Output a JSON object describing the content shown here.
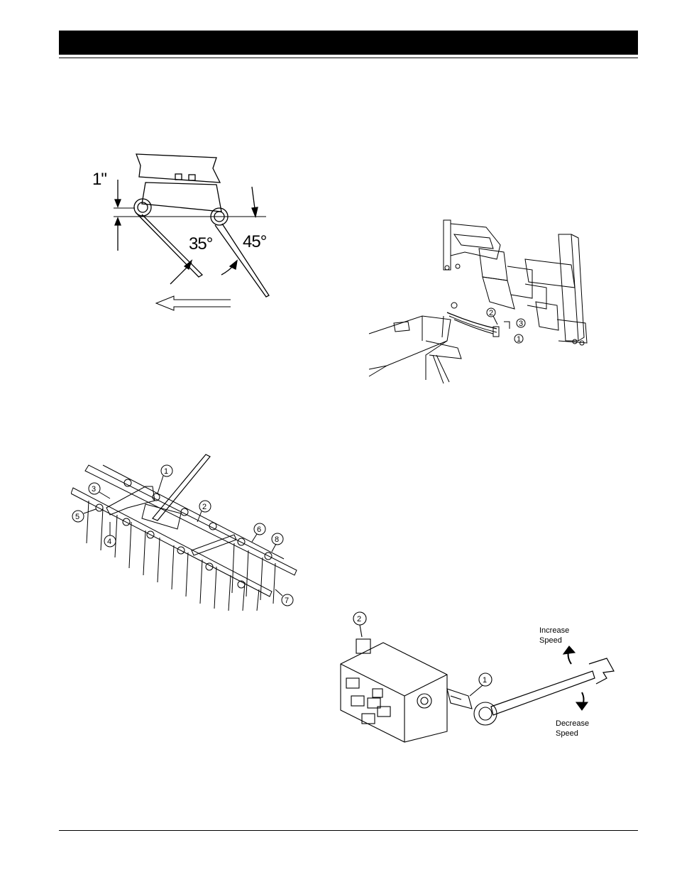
{
  "tine_angle_figure": {
    "height_label": "1\"",
    "angle_1": "35°",
    "angle_2": "45°"
  },
  "hitch_figure": {
    "callouts": [
      "1",
      "2",
      "3"
    ]
  },
  "tine_bar_figure": {
    "callouts": [
      "1",
      "2",
      "3",
      "4",
      "5",
      "6",
      "7",
      "8"
    ]
  },
  "valve_figure": {
    "callouts": [
      "1",
      "2"
    ],
    "increase_label_line1": "Increase",
    "increase_label_line2": "Speed",
    "decrease_label_line1": "Decrease",
    "decrease_label_line2": "Speed"
  }
}
